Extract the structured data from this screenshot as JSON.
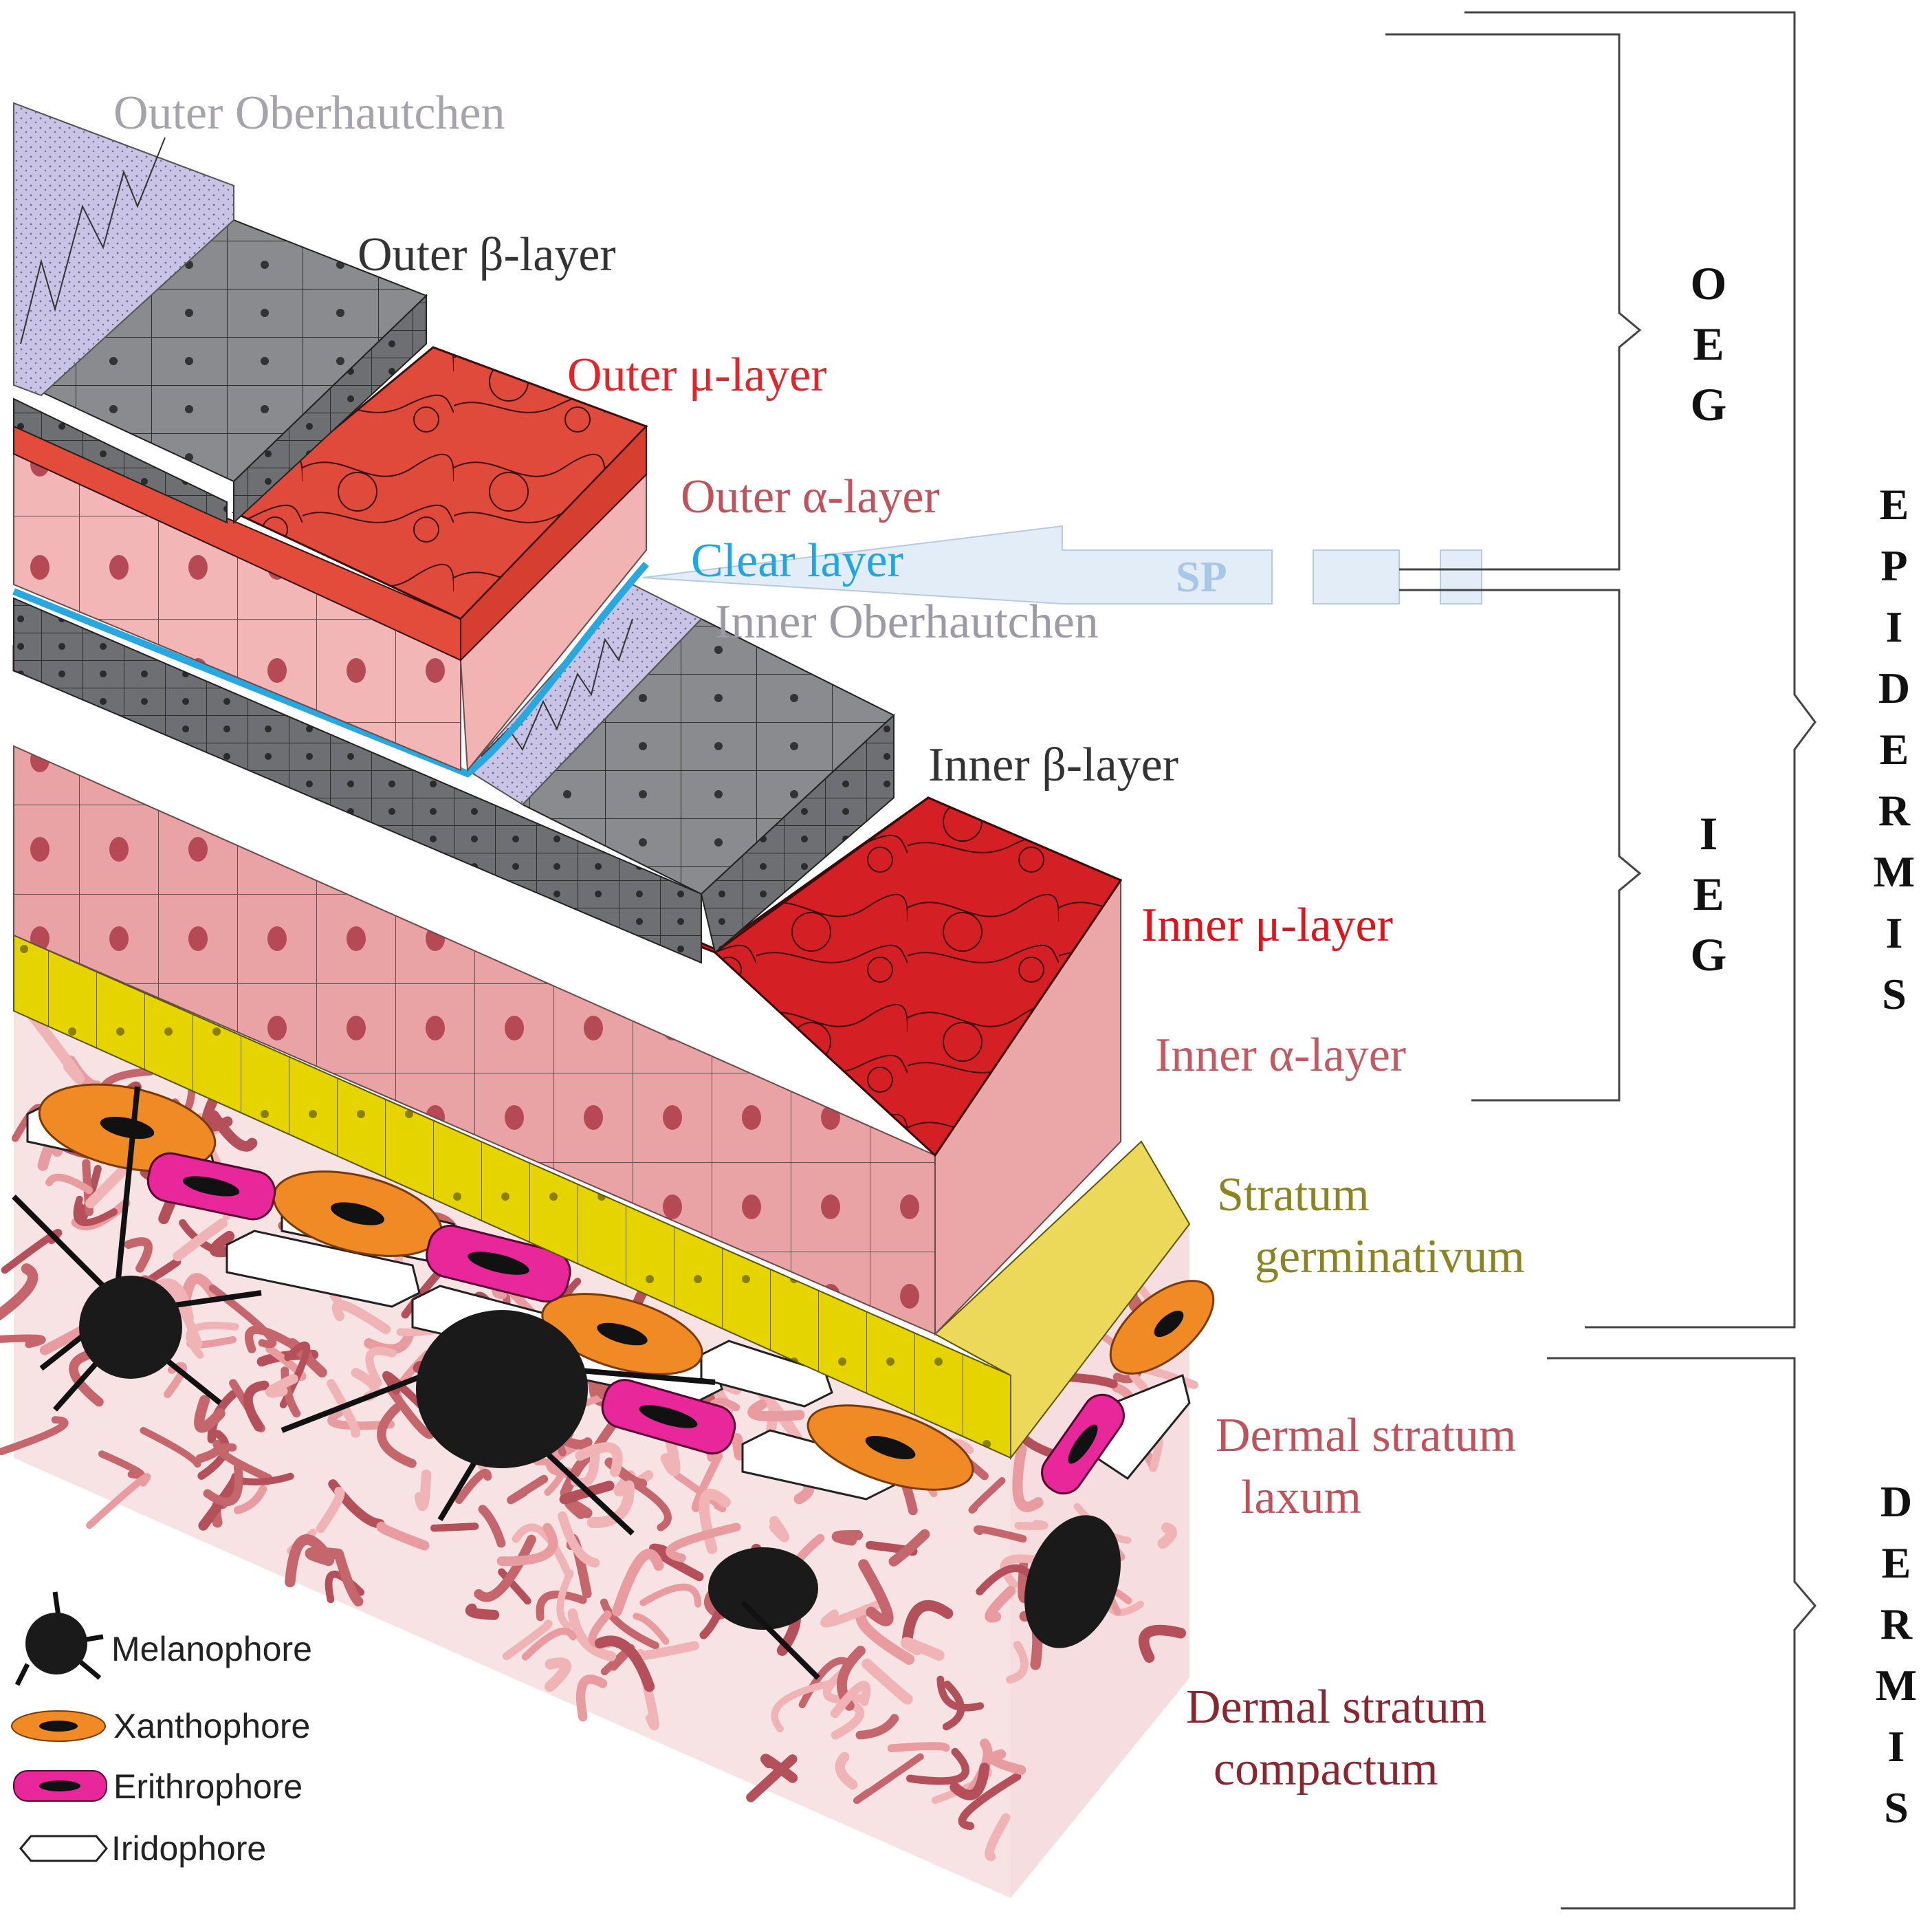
{
  "layer_labels": {
    "outer_oberhautchen": "Outer Oberhautchen",
    "outer_beta": "Outer β-layer",
    "outer_mu": "Outer μ-layer",
    "outer_alpha": "Outer α-layer",
    "clear_layer": "Clear layer",
    "inner_oberhautchen": "Inner Oberhautchen",
    "inner_beta": "Inner β-layer",
    "inner_mu": "Inner μ-layer",
    "inner_alpha": "Inner α-layer",
    "stratum_germinativum_line1": "Stratum",
    "stratum_germinativum_line2": "germinativum",
    "dermal_laxum_line1": "Dermal stratum",
    "dermal_laxum_line2": "laxum",
    "dermal_compactum_line1": "Dermal stratum",
    "dermal_compactum_line2": "compactum",
    "sp": "SP"
  },
  "brackets": {
    "oeg": [
      "O",
      "E",
      "G"
    ],
    "ieg": [
      "I",
      "E",
      "G"
    ],
    "epidermis": [
      "E",
      "P",
      "I",
      "D",
      "E",
      "R",
      "M",
      "I",
      "S"
    ],
    "dermis": [
      "D",
      "E",
      "R",
      "M",
      "I",
      "S"
    ]
  },
  "legend": {
    "melanophore": "Melanophore",
    "xanthophore": "Xanthophore",
    "erithrophore": "Erithrophore",
    "iridophore": "Iridophore"
  },
  "colors": {
    "oberhautchen": "#c9c4e6",
    "beta": "#7a7b7e",
    "outer_mu": "#e0493a",
    "alpha": "#f0b0b0",
    "clear": "#29a8e0",
    "inner_mu": "#d91e22",
    "germinativum": "#e8d800",
    "melanophore": "#1a1a1a",
    "xanthophore": "#f08a24",
    "erithrophore": "#e8279a",
    "iridophore": "#ffffff"
  }
}
